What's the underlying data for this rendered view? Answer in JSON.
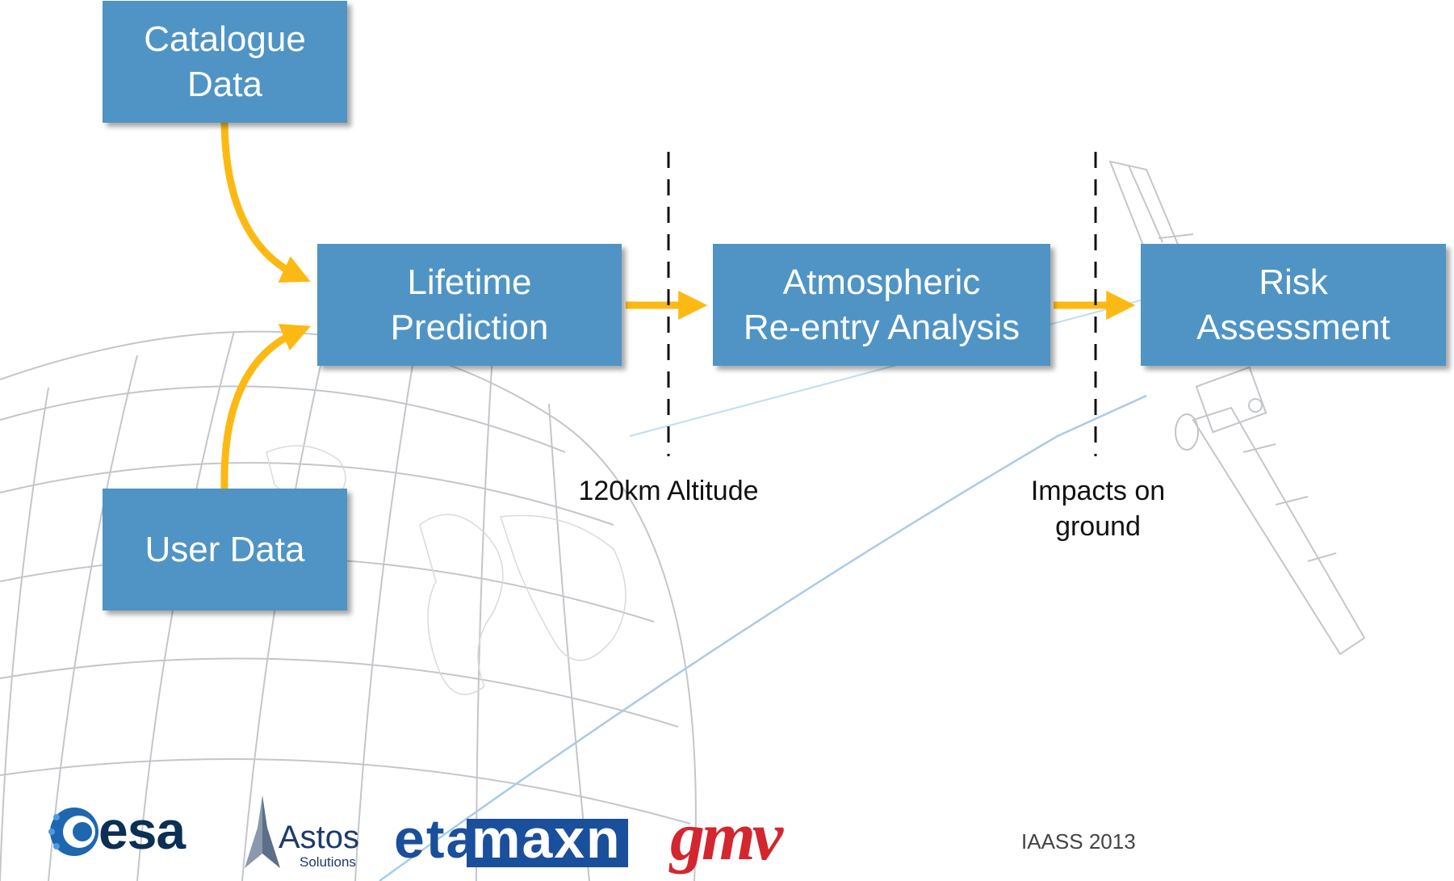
{
  "diagram": {
    "nodes": {
      "catalogue": {
        "line1": "Catalogue",
        "line2": "Data"
      },
      "user": {
        "line1": "User Data"
      },
      "lifetime": {
        "line1": "Lifetime",
        "line2": "Prediction"
      },
      "reentry": {
        "line1": "Atmospheric",
        "line2": "Re-entry Analysis"
      },
      "risk": {
        "line1": "Risk",
        "line2": "Assessment"
      }
    },
    "markers": {
      "altitude": "120km Altitude",
      "impacts_line1": "Impacts on",
      "impacts_line2": "ground"
    },
    "colors": {
      "box": "#4f94c4",
      "arrow": "#fdb913",
      "background_lines": "#b9bcc0",
      "orbit_line": "#a9cbe8"
    }
  },
  "footer": {
    "event": "IAASS 2013",
    "logos": {
      "esa": "esa",
      "astos": "Astos",
      "astos_sub": "Solutions",
      "etamax_a": "eta",
      "etamax_b": "max",
      "etamax_c": "n̂",
      "gmv": "gmv"
    }
  }
}
